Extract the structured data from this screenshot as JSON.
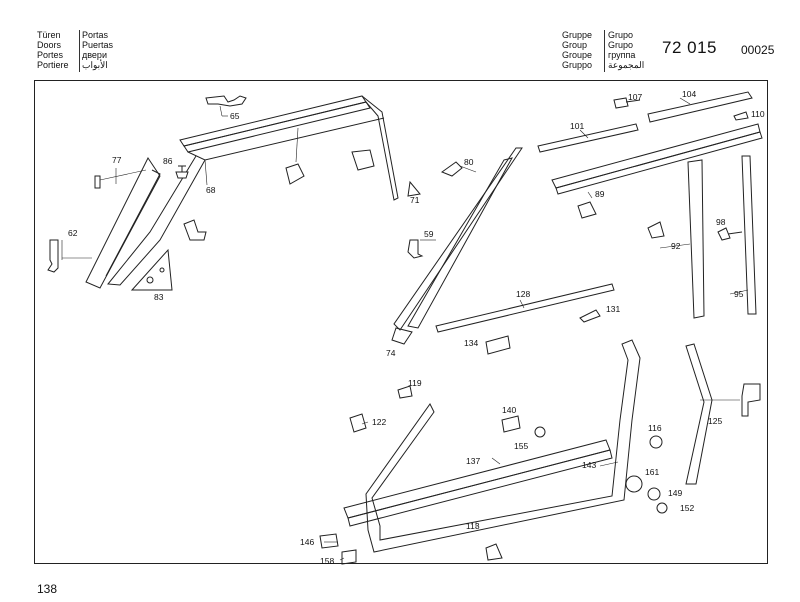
{
  "header_left": {
    "col1": [
      "Türen",
      "Doors",
      "Portes",
      "Portiere"
    ],
    "col2": [
      "Portas",
      "Puertas",
      "двери",
      "الأبواب"
    ]
  },
  "header_right": {
    "col1": [
      "Gruppe",
      "Group",
      "Groupe",
      "Gruppo"
    ],
    "col2": [
      "Grupo",
      "Grupo",
      "группа",
      "المجموعة"
    ]
  },
  "group_code": "72 015",
  "sub_code": "00025",
  "page_number": "138",
  "callouts": {
    "c65": "65",
    "c86": "86",
    "c77": "77",
    "c68": "68",
    "c62": "62",
    "c83": "83",
    "c71": "71",
    "c80": "80",
    "c59": "59",
    "c74": "74",
    "c107": "107",
    "c104": "104",
    "c101": "101",
    "c110": "110",
    "c89": "89",
    "c98": "98",
    "c92": "92",
    "c95": "95",
    "c128": "128",
    "c131": "131",
    "c134": "134",
    "c119": "119",
    "c122": "122",
    "c140": "140",
    "c155": "155",
    "c137": "137",
    "c143": "143",
    "c116": "116",
    "c161": "161",
    "c149": "149",
    "c152": "152",
    "c125": "125",
    "c113": "113",
    "c146": "146",
    "c158": "158"
  }
}
